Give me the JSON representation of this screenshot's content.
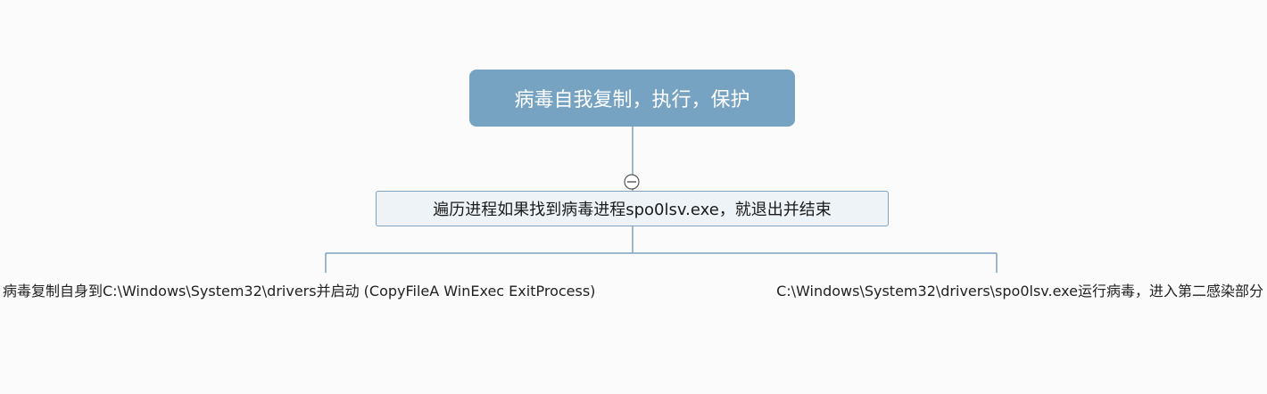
{
  "mindmap": {
    "root": {
      "label": "病毒自我复制，执行，保护"
    },
    "toggle": {
      "icon": "collapse-minus-icon",
      "state": "expanded"
    },
    "child": {
      "label": "遍历进程如果找到病毒进程spo0lsv.exe，就退出并结束"
    },
    "leaves": [
      {
        "label": "病毒复制自身到C:\\Windows\\System32\\drivers并启动 (CopyFileA WinExec ExitProcess)"
      },
      {
        "label": "C:\\Windows\\System32\\drivers\\spo0lsv.exe运行病毒，进入第二感染部分"
      }
    ]
  },
  "colors": {
    "background": "#fbfbfc",
    "root_fill": "#77a3c3",
    "root_text": "#ffffff",
    "child_fill": "#eef3f7",
    "child_border": "#7fa3c0",
    "connector": "#7fa3c0"
  }
}
